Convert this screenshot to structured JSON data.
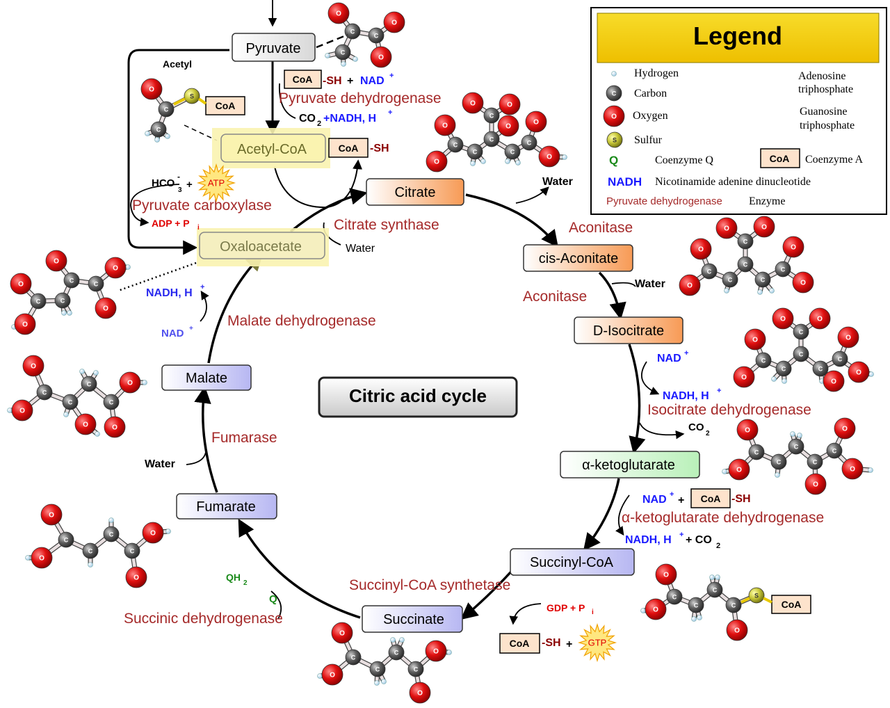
{
  "title": "Citric acid cycle",
  "colors": {
    "enzyme": "#a52a2a",
    "cofactor_blue": "#1a1aff",
    "q_green": "#1a8a1a",
    "cofactor_red": "#e00000",
    "coa_fill": "#fde3cc",
    "highlight": "#faf3b0",
    "atom_oxygen": "#e01010",
    "atom_carbon": "#555555",
    "atom_sulfur": "#c8c83a",
    "atom_hydrogen": "#cfe6f5",
    "legend_header": "#f5cf10"
  },
  "metabolites": {
    "pyruvate": "Pyruvate",
    "acetyl_coa": "Acetyl-CoA",
    "oxaloacetate": "Oxaloacetate",
    "citrate": "Citrate",
    "cis_aconitate": "cis-Aconitate",
    "d_isocitrate": "D-Isocitrate",
    "alpha_ketoglutarate": "α-ketoglutarate",
    "succinyl_coa": "Succinyl-CoA",
    "succinate": "Succinate",
    "fumarate": "Fumarate",
    "malate": "Malate"
  },
  "enzymes": {
    "pyruvate_dehydrogenase": "Pyruvate dehydrogenase",
    "pyruvate_carboxylase": "Pyruvate carboxylase",
    "citrate_synthase": "Citrate synthase",
    "aconitase_1": "Aconitase",
    "aconitase_2": "Aconitase",
    "isocitrate_dehydrogenase": "Isocitrate dehydrogenase",
    "akg_dehydrogenase": "α-ketoglutarate dehydrogenase",
    "succinyl_coa_synthetase": "Succinyl-CoA synthetase",
    "succinic_dehydrogenase": "Succinic dehydrogenase",
    "fumarase": "Fumarase",
    "malate_dehydrogenase": "Malate dehydrogenase"
  },
  "cofactors": {
    "acetyl": "Acetyl",
    "coa": "CoA",
    "sh": "-SH",
    "plus": "+",
    "nad": "NAD",
    "nadh_h": "NADH, H",
    "co2": "CO",
    "co2_sub": "2",
    "co2_nadh": "+NADH, H",
    "plus_sup": "+",
    "hco3": "HCO",
    "hco3_sub": "3",
    "hco3_sup": "-",
    "adp_pi": "ADP + P",
    "pi_sub": "i",
    "water": "Water",
    "atp": "ATP",
    "gtp": "GTP",
    "gdp_pi": "GDP + P",
    "qh2": "QH",
    "qh2_sub": "2",
    "q": "Q",
    "co2_plus": "+ CO",
    "s": "S",
    "c": "C",
    "o": "O"
  },
  "legend": {
    "title": "Legend",
    "hydrogen": "Hydrogen",
    "carbon": "Carbon",
    "oxygen": "Oxygen",
    "sulfur": "Sulfur",
    "atp_line1": "Adenosine",
    "atp_line2": "triphosphate",
    "gtp_line1": "Guanosine",
    "gtp_line2": "triphosphate",
    "q_symbol": "Q",
    "q_label": "Coenzyme Q",
    "coa_symbol": "CoA",
    "coa_label": "Coenzyme A",
    "nadh_symbol": "NADH",
    "nadh_label": "Nicotinamide adenine dinucleotide",
    "enzyme_example": "Pyruvate dehydrogenase",
    "enzyme_label": "Enzyme"
  }
}
